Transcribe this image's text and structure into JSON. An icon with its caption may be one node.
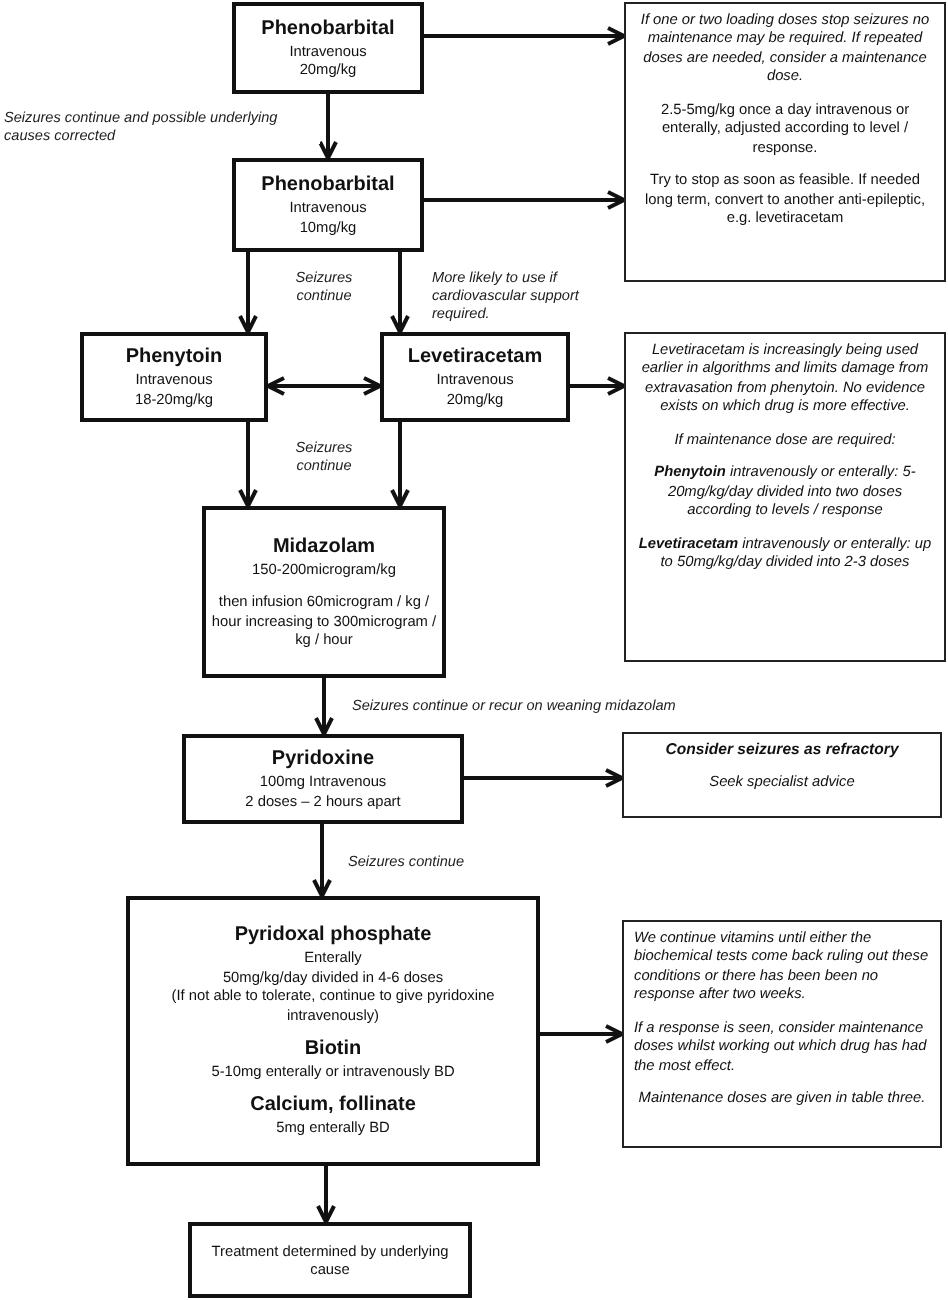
{
  "diagram": {
    "nodes": [
      {
        "text": [
          "Phenobarbital",
          "Intravenous",
          "20mg/kg"
        ]
      },
      {
        "text": [
          "If one or two loading doses stop seizures no maintenance may be required. If repeated doses are needed, consider a maintenance dose.",
          "2.5-5mg/kg once a day intravenous or enterally, adjusted according to level / response.",
          "Try to stop as soon as feasible. If needed long term, convert to another anti-epileptic, e.g. levetiracetam"
        ]
      },
      {
        "text": [
          "Phenobarbital",
          "Intravenous",
          "10mg/kg"
        ]
      },
      {
        "text": [
          "Phenytoin",
          "Intravenous",
          "18-20mg/kg"
        ]
      },
      {
        "text": [
          "Levetiracetam",
          "Intravenous",
          "20mg/kg"
        ]
      },
      {
        "text": [
          "Levetiracetam is increasingly being used earlier in algorithms and limits damage from extravasation from phenytoin. No evidence exists on which drug is more effective.",
          "If maintenance dose are required:",
          "**Phenytoin** intravenously or enterally: 5-20mg/kg/day divided into two doses according to levels / response",
          "**Levetiracetam** intravenously or enterally: up to 50mg/kg/day divided into 2-3 doses"
        ]
      },
      {
        "text": [
          "Midazolam",
          "150-200microgram/kg",
          "then infusion 60microgram / kg / hour increasing to 300microgram / kg / hour"
        ]
      },
      {
        "text": [
          "Pyridoxine",
          "100mg Intravenous",
          "2 doses – 2 hours apart"
        ]
      },
      {
        "text": [
          "Consider seizures as refractory",
          "Seek specialist advice"
        ]
      },
      {
        "text": [
          "Pyridoxal phosphate",
          "Enterally",
          "50mg/kg/day divided in 4-6 doses",
          "(If not able to tolerate, continue to give pyridoxine intravenously)",
          "Biotin",
          "5-10mg enterally or intravenously BD",
          "Calcium, follinate",
          "5mg enterally BD"
        ]
      },
      {
        "text": [
          "We continue vitamins until either the biochemical tests come back ruling out these conditions or there has been been no response after two weeks.",
          "If a response is seen, consider maintenance doses whilst working out which drug has had the most effect.",
          "Maintenance doses are given in table three."
        ]
      },
      {
        "text": [
          "Treatment determined by underlying cause"
        ]
      }
    ],
    "edges": [
      {
        "from": 0,
        "to": 1,
        "arrow": "to"
      },
      {
        "from": 0,
        "to": 2,
        "arrow": "to",
        "label": "Seizures continue and possible underlying causes corrected"
      },
      {
        "from": 2,
        "to": 1,
        "arrow": "to"
      },
      {
        "from": 2,
        "to": 3,
        "arrow": "to",
        "label": "Seizures continue"
      },
      {
        "from": 2,
        "to": 4,
        "arrow": "to",
        "label": "More likely to use if cardiovascular support required."
      },
      {
        "from": 3,
        "to": 4,
        "arrow": "both"
      },
      {
        "from": 4,
        "to": 5,
        "arrow": "to"
      },
      {
        "from": 3,
        "to": 6,
        "arrow": "to",
        "label": "Seizures continue"
      },
      {
        "from": 4,
        "to": 6,
        "arrow": "to"
      },
      {
        "from": 6,
        "to": 7,
        "arrow": "to",
        "label": "Seizures continue or recur on weaning midazolam"
      },
      {
        "from": 7,
        "to": 8,
        "arrow": "to"
      },
      {
        "from": 7,
        "to": 9,
        "arrow": "to",
        "label": "Seizures continue"
      },
      {
        "from": 9,
        "to": 10,
        "arrow": "to"
      },
      {
        "from": 9,
        "to": 11,
        "arrow": "to"
      }
    ]
  }
}
